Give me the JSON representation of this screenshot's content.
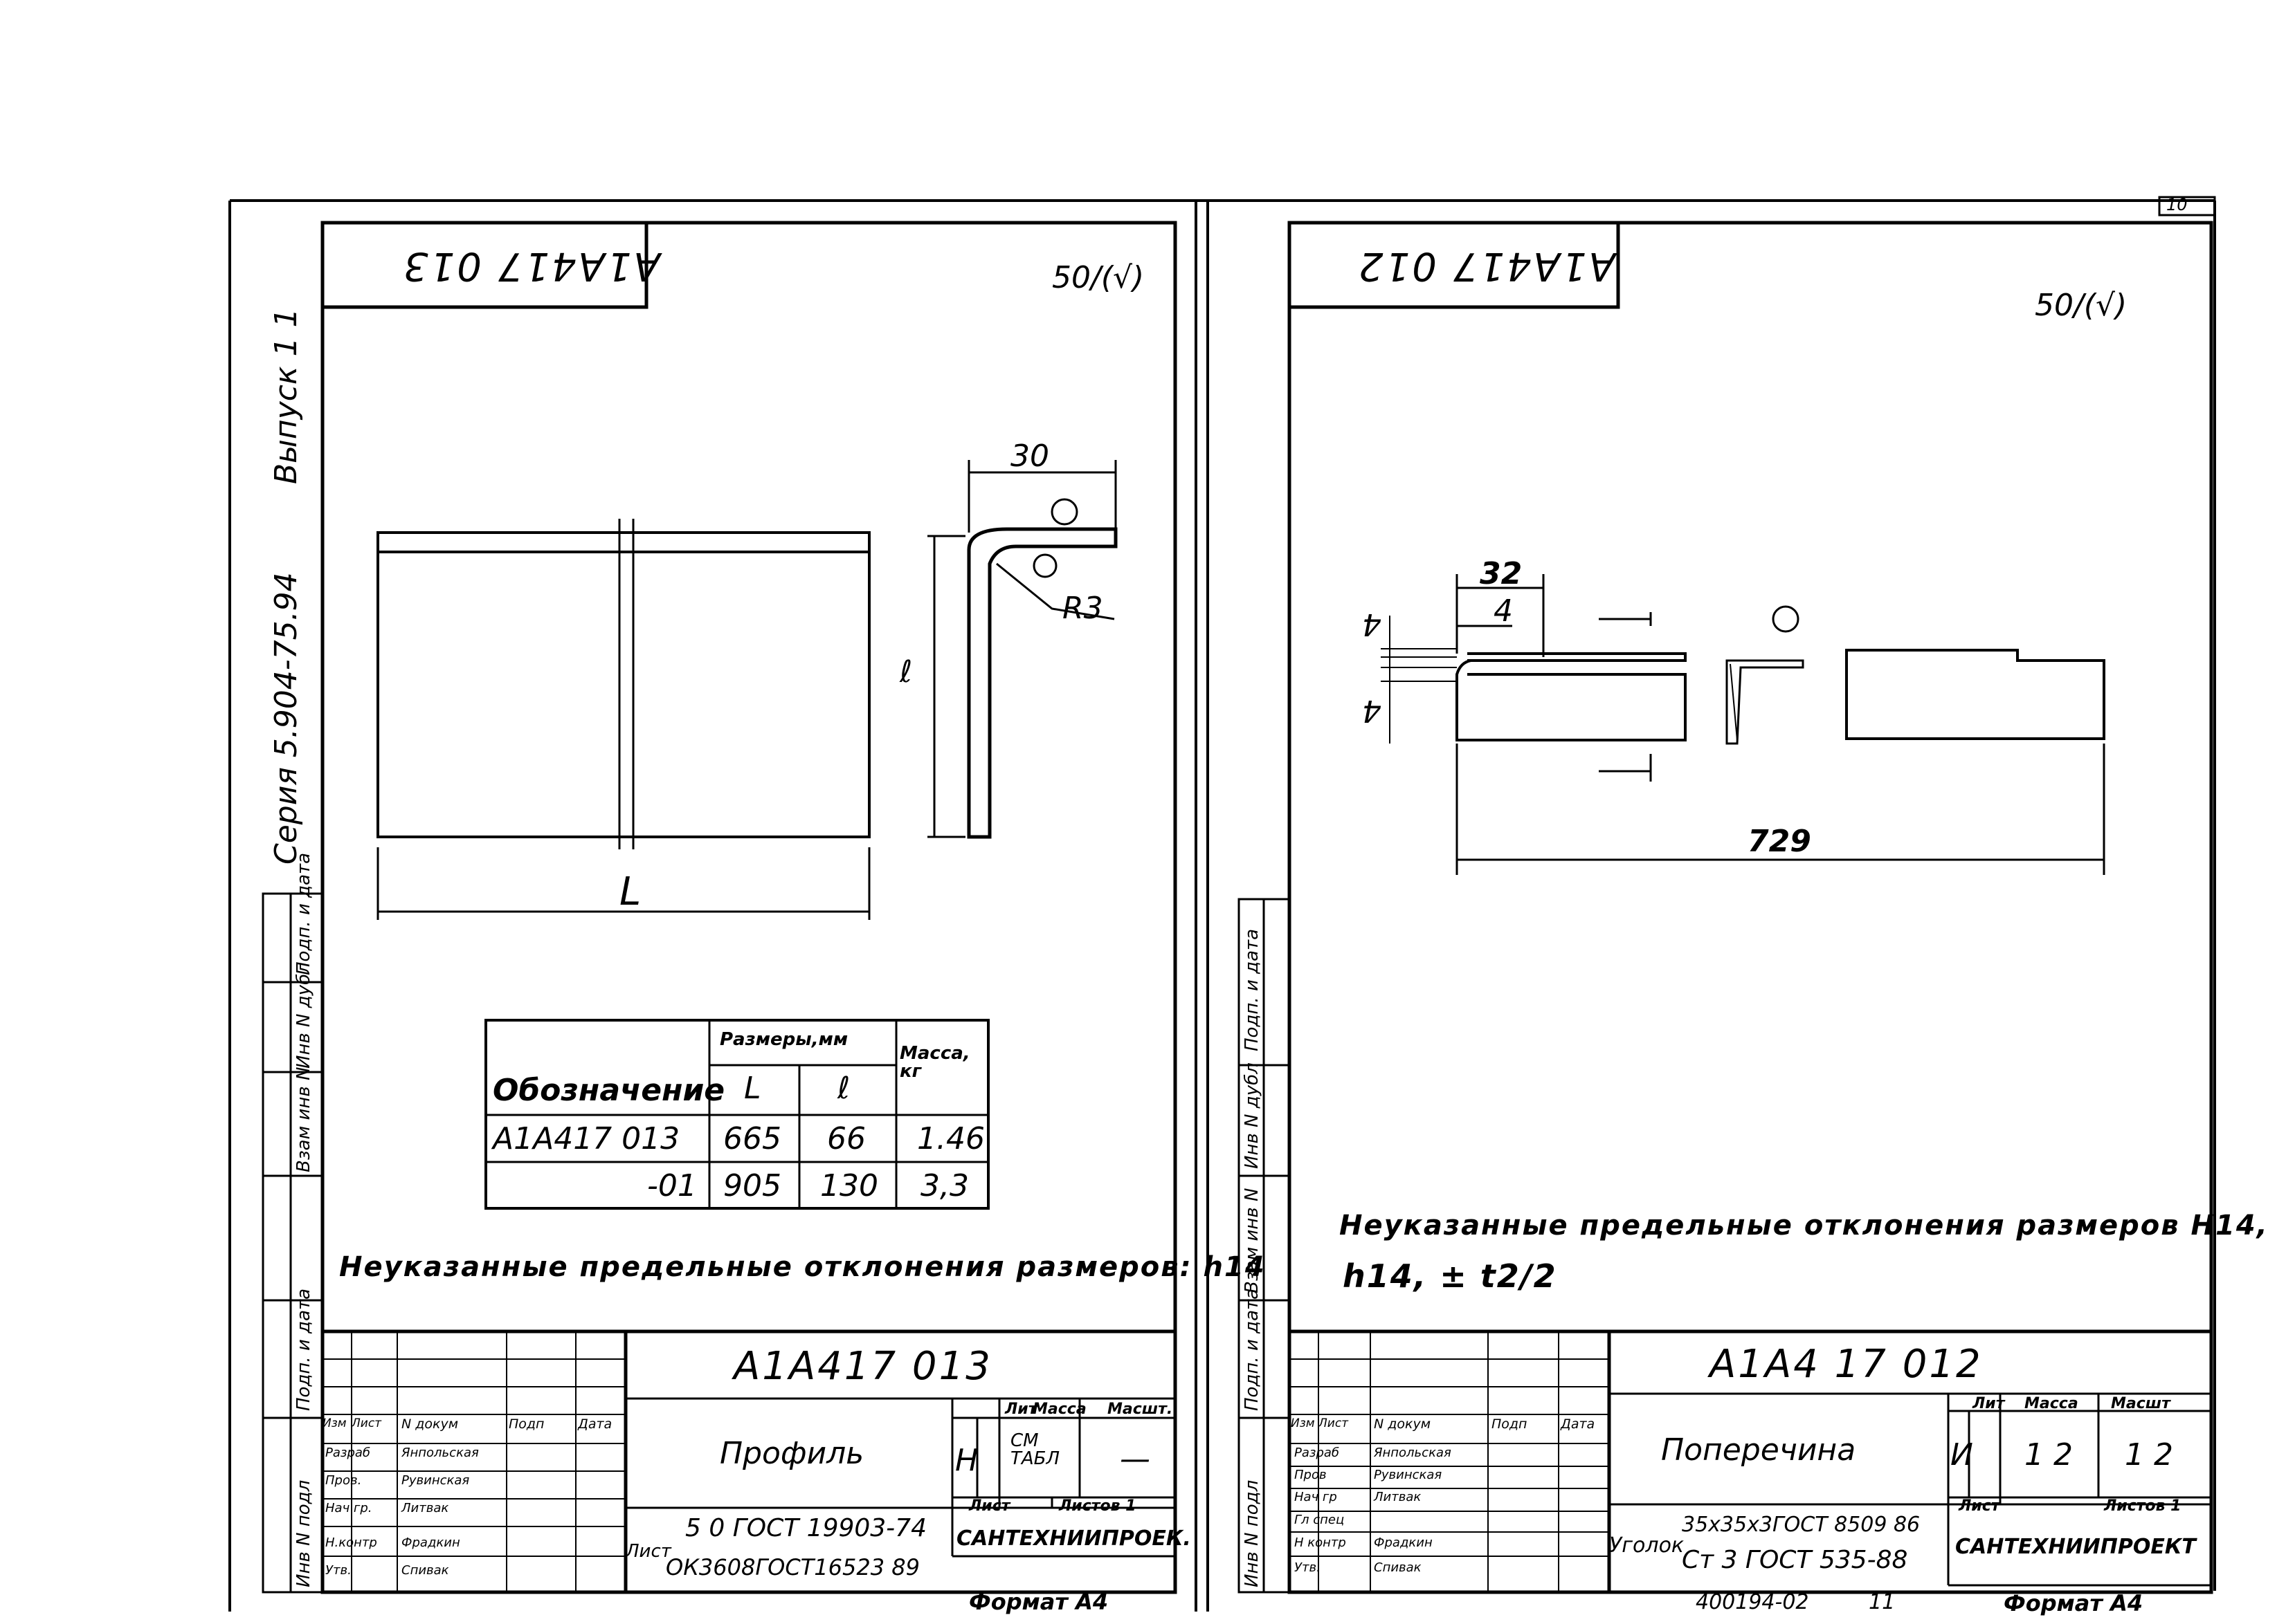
{
  "corner_sheet_number": "10",
  "left": {
    "stamp_code": "A1A417 013",
    "roughness": "50/(√)",
    "side_series": "Серия 5.904-75.94",
    "side_issue": "Выпуск 1 1",
    "dim_30": "30",
    "radius": "R3",
    "dim_l_small": "ℓ",
    "dim_L": "L",
    "table": {
      "header_designation": "Обозначение",
      "header_sizes": "Размеры,мм",
      "header_mass": "Масса, кг",
      "col_L": "L",
      "col_l": "ℓ",
      "rows": [
        {
          "designation": "A1A417 013",
          "L": "665",
          "l": "66",
          "mass": "1.46"
        },
        {
          "designation": "-01",
          "L": "905",
          "l": "130",
          "mass": "3,3"
        }
      ]
    },
    "note": "Неуказанные предельные отклонения размеров: h14",
    "title_code": "A1A417 013",
    "part_name": "Профиль",
    "material_1": "5 0 ГОСТ 19903-74",
    "material_2": "ОК3608ГОСТ16523 89",
    "material_prefix": "Лист",
    "lit": "Н",
    "mass": "СМ ТАБЛ",
    "scale": "—",
    "sheet_label": "Лист",
    "sheets_label": "Листов 1",
    "org": "САНТЕХНИИПРОЕК.",
    "format": "Формат А4",
    "rev_header": [
      "Изм",
      "Лист",
      "N докум",
      "Подп",
      "Дата"
    ],
    "roles": [
      {
        "role": "Разраб",
        "name": "Янпольская"
      },
      {
        "role": "Пров.",
        "name": "Рувинская"
      },
      {
        "role": "Нач гр.",
        "name": "Литвак"
      },
      {
        "role": "Н.контр",
        "name": "Фрадкин"
      },
      {
        "role": "Утв.",
        "name": "Спивак"
      }
    ],
    "header_cols": [
      "Лит",
      "Масса",
      "Масшт."
    ]
  },
  "right": {
    "stamp_code": "A1A417 012",
    "roughness": "50/(√)",
    "dim_32": "32",
    "dim_4a": "4",
    "dim_4b": "4",
    "dim_4c": "4",
    "dim_729": "729",
    "note_line1": "Неуказанные предельные отклонения размеров Н14,",
    "note_line2": "h14, ± t2/2",
    "title_code": "A1A4 17 012",
    "part_name": "Поперечина",
    "material_prefix": "Уголок",
    "material_1": "35x35x3ГОСТ 8509 86",
    "material_2": "Ст 3 ГОСТ 535-88",
    "lit": "И",
    "mass": "1 2",
    "scale": "1 2",
    "sheet_label": "Лист",
    "sheets_label": "Листов 1",
    "org": "САНТЕХНИИПРОЕКТ",
    "format": "Формат А4",
    "footer_code": "400194-02",
    "footer_num": "11",
    "rev_header": [
      "Изм",
      "Лист",
      "N докум",
      "Подп",
      "Дата"
    ],
    "roles": [
      {
        "role": "Разраб",
        "name": "Янпольская"
      },
      {
        "role": "Пров",
        "name": "Рувинская"
      },
      {
        "role": "Нач гр",
        "name": "Литвак"
      },
      {
        "role": "Гл спец",
        "name": ""
      },
      {
        "role": "Н контр",
        "name": "Фрадкин"
      },
      {
        "role": "Утв.",
        "name": "Спивак"
      }
    ],
    "header_cols": [
      "Лит",
      "Масса",
      "Масшт"
    ]
  },
  "side_labels": [
    "Инв N подл",
    "Подп. и дата",
    "Взам инв N",
    "Инв N дубл",
    "Подп. и дата"
  ]
}
